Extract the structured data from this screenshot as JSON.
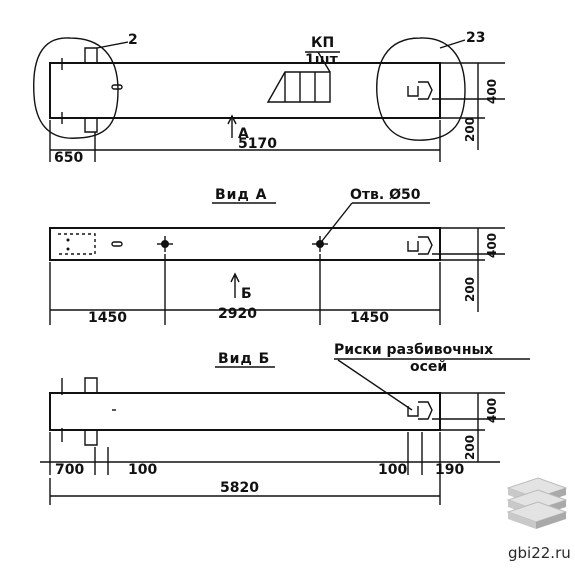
{
  "views": {
    "top": {
      "callout_left": "2",
      "callout_right": "23",
      "kp_label": "КП",
      "kp_qty": "1шт",
      "arrow_label": "А",
      "dim_left": "650",
      "dim_total": "5170",
      "dim_vert_upper": "400",
      "dim_vert_lower": "200"
    },
    "a": {
      "title": "Вид А",
      "hole_label": "Отв. Ø50",
      "arrow_label": "Б",
      "dim_left": "1450",
      "dim_mid": "2920",
      "dim_right": "1450",
      "dim_vert_upper": "400",
      "dim_vert_lower": "200"
    },
    "b": {
      "title": "Вид Б",
      "note_line1": "Риски разбивочных",
      "note_line2": "осей",
      "dim_700": "700",
      "dim_100_left": "100",
      "dim_100_right": "100",
      "dim_190": "190",
      "dim_total": "5820",
      "dim_vert_upper": "400",
      "dim_vert_lower": "200"
    }
  },
  "watermark": {
    "site": "gbi22.ru",
    "icon": "stacked-slabs-icon"
  }
}
